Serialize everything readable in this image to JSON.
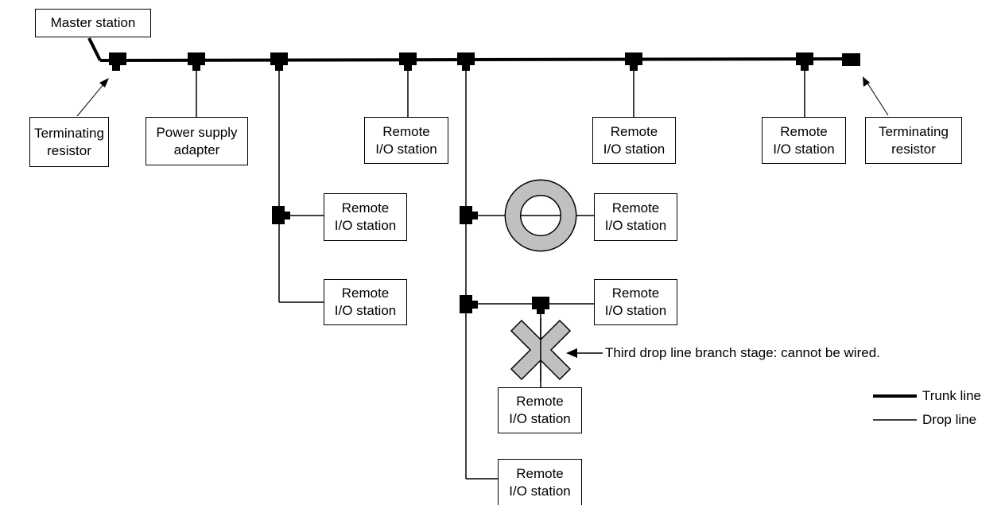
{
  "master": "Master station",
  "trunk_terminator_left": [
    "Terminating",
    "resistor"
  ],
  "trunk_terminator_right": [
    "Terminating",
    "resistor"
  ],
  "power_supply": [
    "Power supply",
    "adapter"
  ],
  "remote_station": [
    "Remote",
    "I/O station"
  ],
  "note_third_stage": "Third drop line branch stage: cannot be wired.",
  "legend": {
    "trunk": "Trunk line",
    "drop": "Drop line"
  },
  "colors": {
    "line": "#000000",
    "ring_fill": "#c0c0c0",
    "cross_fill": "#c0c0c0",
    "box_border": "#000000"
  }
}
